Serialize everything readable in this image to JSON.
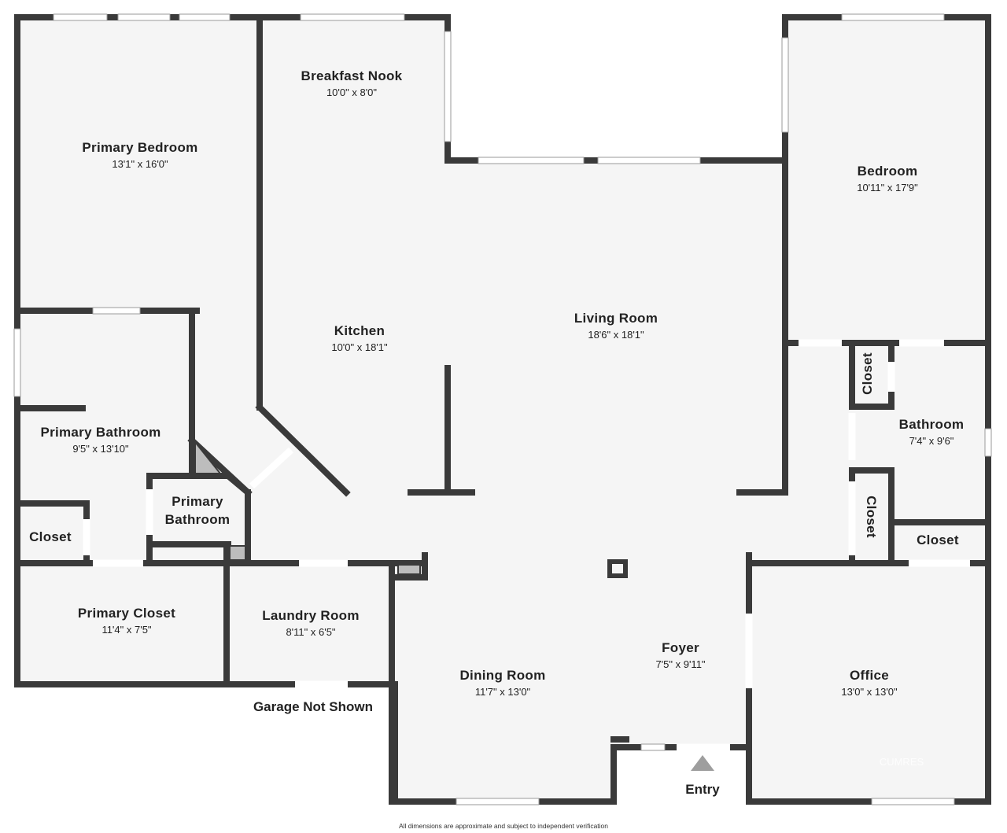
{
  "rooms": {
    "primary_bedroom": {
      "name": "Primary Bedroom",
      "dim": "13'1\" x 16'0\""
    },
    "breakfast_nook": {
      "name": "Breakfast Nook",
      "dim": "10'0\" x 8'0\""
    },
    "bedroom": {
      "name": "Bedroom",
      "dim": "10'11\" x 17'9\""
    },
    "kitchen": {
      "name": "Kitchen",
      "dim": "10'0\" x 18'1\""
    },
    "living_room": {
      "name": "Living Room",
      "dim": "18'6\" x 18'1\""
    },
    "primary_bathroom": {
      "name": "Primary Bathroom",
      "dim": "9'5\" x 13'10\""
    },
    "primary_bathroom_small": {
      "line1": "Primary",
      "line2": "Bathroom"
    },
    "closet_left": {
      "name": "Closet"
    },
    "primary_closet": {
      "name": "Primary Closet",
      "dim": "11'4\" x 7'5\""
    },
    "laundry_room": {
      "name": "Laundry Room",
      "dim": "8'11\" x 6'5\""
    },
    "dining_room": {
      "name": "Dining Room",
      "dim": "11'7\" x 13'0\""
    },
    "foyer": {
      "name": "Foyer",
      "dim": "7'5\" x 9'11\""
    },
    "office": {
      "name": "Office",
      "dim": "13'0\" x 13'0\""
    },
    "bathroom": {
      "name": "Bathroom",
      "dim": "7'4\" x 9'6\""
    },
    "closet_right_top": {
      "name": "Closet"
    },
    "closet_right_mid": {
      "name": "Closet"
    },
    "closet_right_bottom": {
      "name": "Closet"
    }
  },
  "labels": {
    "garage": "Garage Not Shown",
    "entry": "Entry",
    "watermark": "CUMRES",
    "footer": "All dimensions are approximate and subject to independent verification"
  },
  "colors": {
    "wall": "#3a3a3a",
    "floor": "#f5f5f5",
    "background": "#ffffff"
  }
}
